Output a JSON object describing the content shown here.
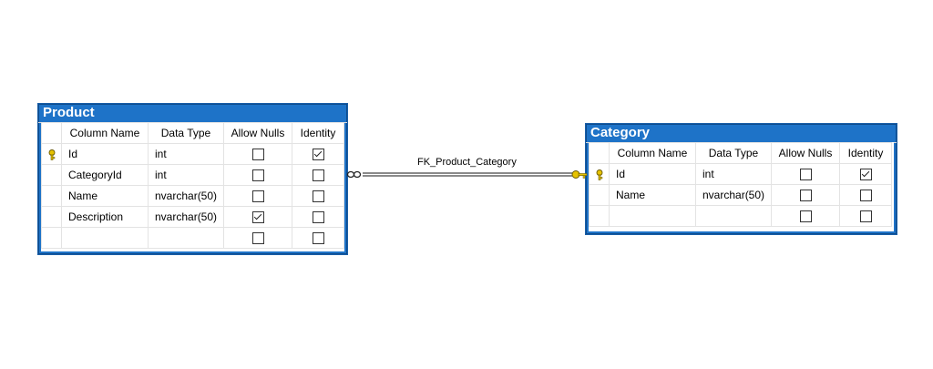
{
  "relationship": {
    "label": "FK_Product_Category"
  },
  "headers": {
    "column_name": "Column Name",
    "data_type": "Data Type",
    "allow_nulls": "Allow Nulls",
    "identity": "Identity"
  },
  "tables": [
    {
      "title": "Product",
      "rows": [
        {
          "name": "Id",
          "type": "int",
          "allow_nulls": false,
          "identity": true,
          "key": true
        },
        {
          "name": "CategoryId",
          "type": "int",
          "allow_nulls": false,
          "identity": false,
          "key": false
        },
        {
          "name": "Name",
          "type": "nvarchar(50)",
          "allow_nulls": false,
          "identity": false,
          "key": false
        },
        {
          "name": "Description",
          "type": "nvarchar(50)",
          "allow_nulls": true,
          "identity": false,
          "key": false
        },
        {
          "name": "",
          "type": "",
          "allow_nulls": false,
          "identity": false,
          "key": false
        }
      ]
    },
    {
      "title": "Category",
      "rows": [
        {
          "name": "Id",
          "type": "int",
          "allow_nulls": false,
          "identity": true,
          "key": true
        },
        {
          "name": "Name",
          "type": "nvarchar(50)",
          "allow_nulls": false,
          "identity": false,
          "key": false
        },
        {
          "name": "",
          "type": "",
          "allow_nulls": false,
          "identity": false,
          "key": false
        }
      ]
    }
  ],
  "colors": {
    "title_bar": "#1e73c8",
    "key": "#e6c200",
    "connector": "#444444"
  }
}
